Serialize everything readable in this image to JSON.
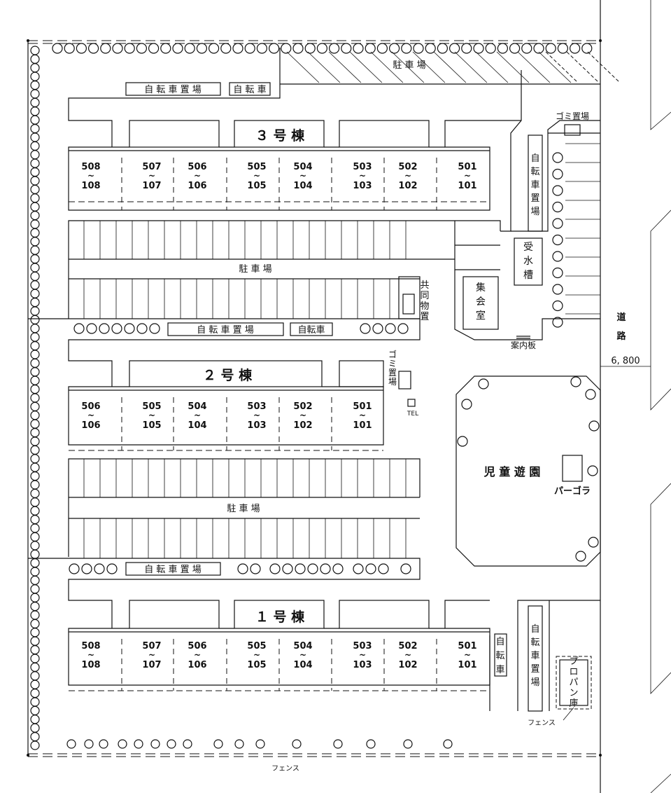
{
  "labels": {
    "parking": "駐 車 場",
    "bike_parking": "自 転 車 置 場",
    "bike_short": "自 転 車",
    "bike_short_b": "自転車",
    "building_3": "３ 号 棟",
    "building_2": "２ 号 棟",
    "building_1": "１ 号 棟",
    "garbage": "ゴミ置場",
    "storage": [
      "共",
      "同",
      "物",
      "置"
    ],
    "assembly": [
      "集",
      "会",
      "室"
    ],
    "water_tank": [
      "受",
      "水",
      "槽"
    ],
    "bike_vertical": [
      "自",
      "転",
      "車",
      "置",
      "場"
    ],
    "bike_vertical_short": [
      "自",
      "転",
      "車"
    ],
    "garbage_vertical": [
      "ゴ",
      "ミ",
      "置",
      "場"
    ],
    "noticeboard": "案内板",
    "tel": "TEL",
    "playground": "児 童 遊 園",
    "pergola": "パーゴラ",
    "propane": [
      "プ",
      "ロ",
      "パ",
      "ン",
      "庫"
    ],
    "fence": "フェンス",
    "road": [
      "道",
      "路"
    ],
    "road_width": "6, 800",
    "tilde": "~"
  },
  "building3_units": [
    {
      "top": "508",
      "bottom": "108"
    },
    {
      "top": "507",
      "bottom": "107"
    },
    {
      "top": "506",
      "bottom": "106"
    },
    {
      "top": "505",
      "bottom": "105"
    },
    {
      "top": "504",
      "bottom": "104"
    },
    {
      "top": "503",
      "bottom": "103"
    },
    {
      "top": "502",
      "bottom": "102"
    },
    {
      "top": "501",
      "bottom": "101"
    }
  ],
  "building2_units": [
    {
      "top": "506",
      "bottom": "106"
    },
    {
      "top": "505",
      "bottom": "105"
    },
    {
      "top": "504",
      "bottom": "104"
    },
    {
      "top": "503",
      "bottom": "103"
    },
    {
      "top": "502",
      "bottom": "102"
    },
    {
      "top": "501",
      "bottom": "101"
    }
  ],
  "building1_units": [
    {
      "top": "508",
      "bottom": "108"
    },
    {
      "top": "507",
      "bottom": "107"
    },
    {
      "top": "506",
      "bottom": "106"
    },
    {
      "top": "505",
      "bottom": "105"
    },
    {
      "top": "504",
      "bottom": "104"
    },
    {
      "top": "503",
      "bottom": "103"
    },
    {
      "top": "502",
      "bottom": "102"
    },
    {
      "top": "501",
      "bottom": "101"
    }
  ]
}
